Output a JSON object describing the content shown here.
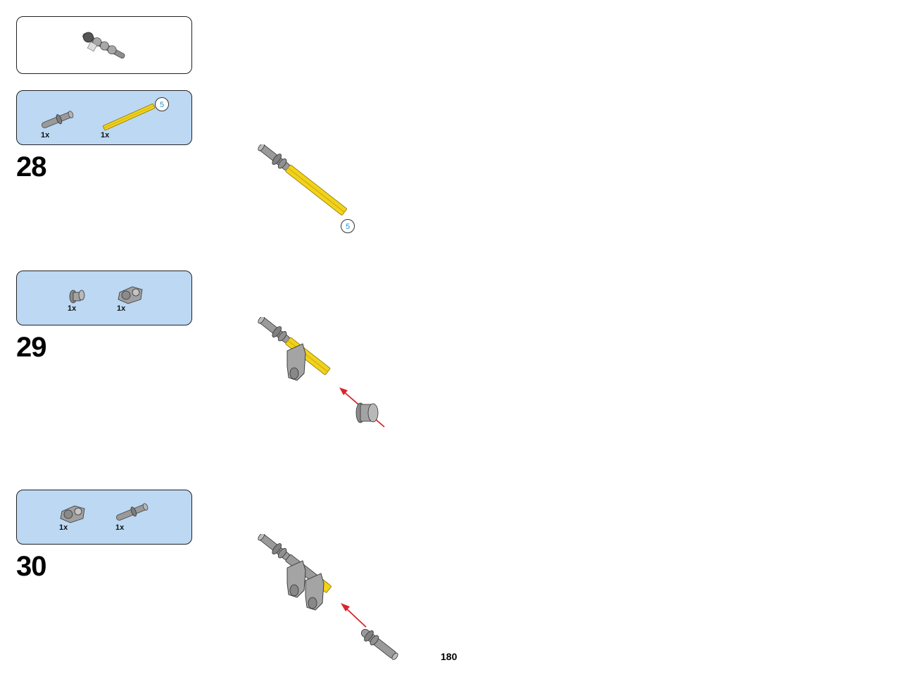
{
  "page_number": "180",
  "steps": [
    {
      "number": "28",
      "parts": [
        {
          "qty": "1x",
          "icon": "pin-with-axle-icon"
        },
        {
          "qty": "1x",
          "icon": "yellow-axle-5-icon"
        }
      ],
      "axle_length_badge": "5",
      "scene_axle_badge": "5"
    },
    {
      "number": "29",
      "parts": [
        {
          "qty": "1x",
          "icon": "bush-icon"
        },
        {
          "qty": "1x",
          "icon": "pin-connector-icon"
        }
      ]
    },
    {
      "number": "30",
      "parts": [
        {
          "qty": "1x",
          "icon": "pin-connector-icon"
        },
        {
          "qty": "1x",
          "icon": "pin-with-axle-icon"
        }
      ]
    }
  ],
  "colors": {
    "parts_box_bg": "#bcd8f3",
    "axle_yellow": "#f2d21a",
    "part_grey": "#9a9a9a",
    "arrow_red": "#d9262b",
    "badge_blue": "#2a8fd0"
  }
}
